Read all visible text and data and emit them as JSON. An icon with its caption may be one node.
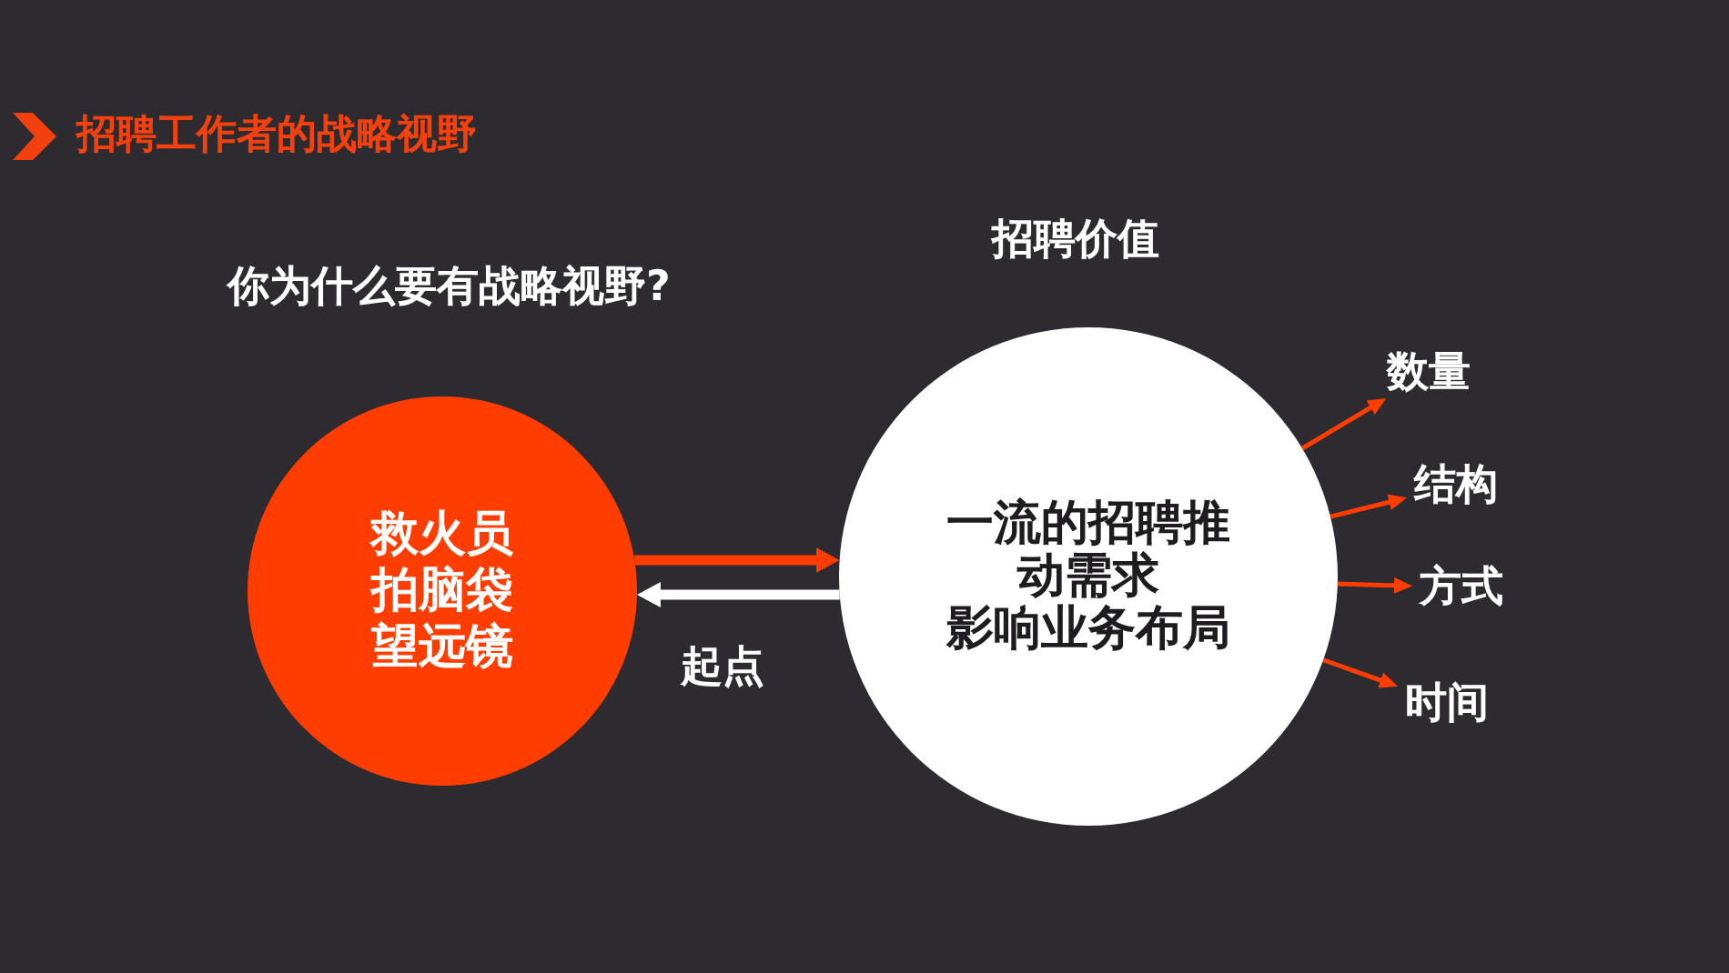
{
  "diagram": {
    "title": "招聘工作者的战略视野",
    "nodes": [
      {
        "text": [
          "救火员",
          "拍脑袋",
          "望远镜"
        ]
      },
      {
        "text": [
          "一流的招聘推动需求",
          "影响业务布局"
        ]
      },
      {
        "text": [
          "数量"
        ]
      },
      {
        "text": [
          "结构"
        ]
      },
      {
        "text": [
          "方式"
        ]
      },
      {
        "text": [
          "时间"
        ]
      }
    ],
    "edges": [
      {
        "from": 0,
        "to": 1,
        "arrow": "to",
        "style": "thick"
      },
      {
        "from": 1,
        "to": 0,
        "arrow": "to",
        "style": "thick",
        "color": "#ffffff",
        "label": "起点"
      },
      {
        "from": 1,
        "to": 2,
        "arrow": "to"
      },
      {
        "from": 1,
        "to": 3,
        "arrow": "to"
      },
      {
        "from": 1,
        "to": 4,
        "arrow": "to"
      },
      {
        "from": 1,
        "to": 5,
        "arrow": "to"
      }
    ],
    "labels": [
      "你为什么要有战略视野?",
      "招聘价值"
    ]
  }
}
